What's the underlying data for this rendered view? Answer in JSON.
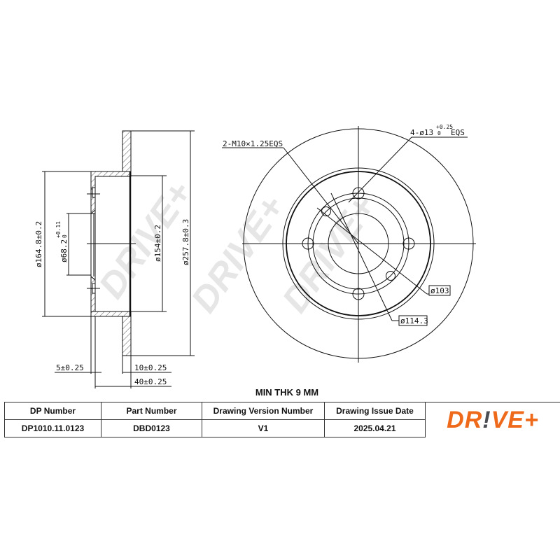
{
  "drawing": {
    "side_view": {
      "dimensions": {
        "hub_diameter": "ø164.8±0.2",
        "center_bore": "ø68.2",
        "center_bore_tol_upper": "+0.11",
        "center_bore_tol_lower": "0",
        "inner_friction_diameter": "ø154±0.2",
        "outer_diameter": "ø257.8±0.3",
        "hat_thickness": "5±0.25",
        "disc_thickness": "10±0.25",
        "total_height": "40±0.25"
      }
    },
    "front_view": {
      "callouts": {
        "thread_holes": "2-M10×1.25EQS",
        "bolt_holes_prefix": "4-ø13",
        "bolt_holes_tol_upper": "+0.25",
        "bolt_holes_tol_lower": "0",
        "bolt_holes_suffix": "EQS",
        "pcd_small": "ø103",
        "pcd_large": "ø114.3"
      }
    },
    "note": "MIN THK 9 MM",
    "watermark": "DRIVE+"
  },
  "title_block": {
    "headers": [
      "DP Number",
      "Part Number",
      "Drawing Version Number",
      "Drawing Issue Date"
    ],
    "values": [
      "DP1010.11.0123",
      "DBD0123",
      "V1",
      "2025.04.21"
    ]
  },
  "logo": {
    "part1": "DR",
    "bang": "!",
    "part2": "VE+",
    "brand_color": "#ee6a1a",
    "accent_color": "#4a4d52"
  }
}
